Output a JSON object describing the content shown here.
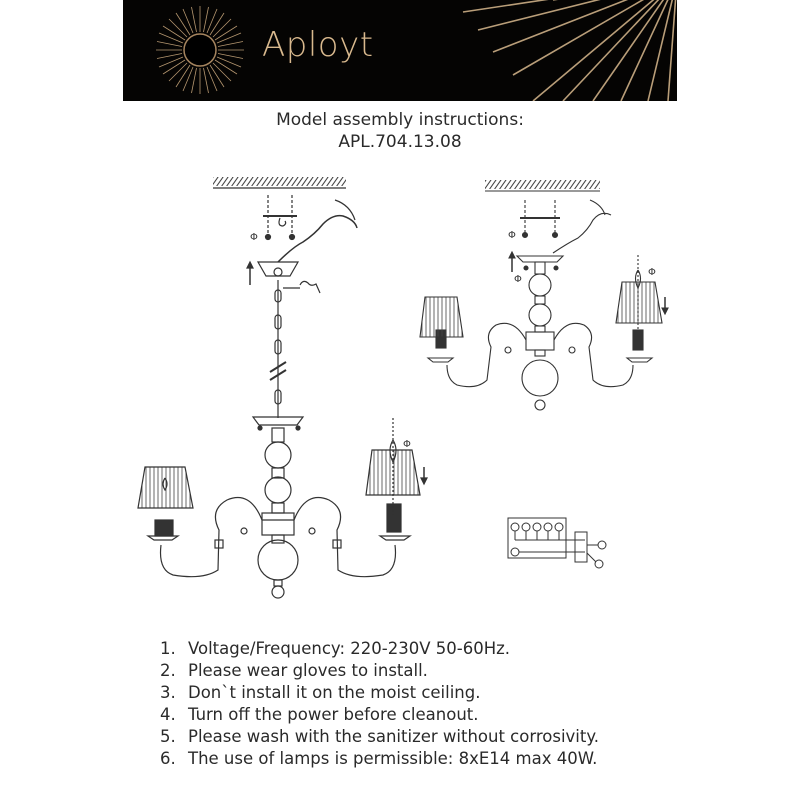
{
  "header": {
    "brand": "Aployt",
    "logo_icon": "sunburst-logo-icon",
    "colors": {
      "background": "#050403",
      "accent": "#d9b98e"
    }
  },
  "title": {
    "line1": "Model assembly instructions:",
    "line2": "APL.704.13.08"
  },
  "diagrams": {
    "left": "chandelier-assembly-chain-diagram",
    "right": "chandelier-assembly-rod-diagram",
    "wiring": "terminal-block-wiring-diagram"
  },
  "instructions": [
    {
      "num": "1.",
      "text": "Voltage/Frequency: 220-230V 50-60Hz."
    },
    {
      "num": "2.",
      "text": "Please wear gloves to install."
    },
    {
      "num": "3.",
      "text": "Don`t install it on the moist ceiling."
    },
    {
      "num": "4.",
      "text": "Turn off the power before cleanout."
    },
    {
      "num": "5.",
      "text": "Please wash with the sanitizer without corrosivity."
    },
    {
      "num": "6.",
      "text": "The use of lamps is permissible: 8xE14 max 40W."
    }
  ]
}
